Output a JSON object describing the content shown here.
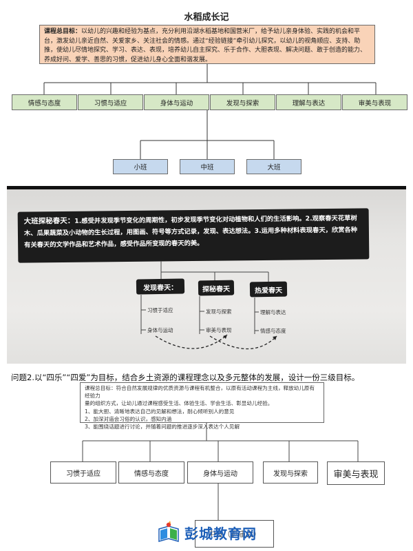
{
  "section1": {
    "title": "水稻成长记",
    "goal_text": "课程总目标：以幼儿的兴趣和经验为基点，充分利用沿湖水稻基地和国营米厂，给予幼儿亲身体验、实践的机会和平台，激发幼儿亲近自然、关爱家乡、关注社会的情感。通过“经验链接”牵引幼儿探究，以幼儿的视角顺应、支持、助推，使幼儿尽情地探究、学习、表达、表现，培养幼儿自主探究、乐于合作、大胆表现、解决问题、敢于创造的能力、养成好问、爱学、善思的习惯，促进幼儿身心全面和谐发展。",
    "goal_label": "课程总目标：",
    "categories": [
      "情感与态度",
      "习惯与适应",
      "身体与运动",
      "发现与探索",
      "理解与表达",
      "审美与表现"
    ],
    "classes": [
      "小班",
      "中班",
      "大班"
    ]
  },
  "section2": {
    "goal_label": "大班探秘春天：",
    "goal_text": "1.感受并发现季节变化的周期性，初步发现季节变化对动植物和人们的生活影响。2.观察春天花草树木、瓜果蔬菜及小动物的生长过程，用图画、符号等方式记录，发现、表达想法。3.运用多种材料表现春天，欣赏各种有关春天的文学作品和艺术作品，感受作品所变现的春天的美。",
    "categories": [
      {
        "title": "发现春天：",
        "items": [
          "习惯于适应",
          "身体与运动"
        ]
      },
      {
        "title": "探秘春天",
        "items": [
          "发现与探索",
          "审美与表现"
        ]
      },
      {
        "title": "热爱春天",
        "items": [
          "理解与表达",
          "情感与态度"
        ]
      }
    ]
  },
  "section3": {
    "question": "问题2.以“四乐”“四爱”为目标，结合乡土资源的课程理念以及多元整体的发展，设计一份三级目标。",
    "goal_lines": [
      "课程总目标：符合自然发展规律的优质资源与课程有机整合，以原有活动课程为主线，释放幼儿原有经验力",
      "量的组织方式，让幼儿通过课程感受生活、体验生活、学会生活、彰显幼儿经验。",
      "1、能大胆、清晰地表达自己的见解和想法，耐心倾听别人的意见",
      "2、加深对庙会习俗的认识，感知内涵",
      "3、能围绕话题进行讨论，并随着问题的推进逐步深入表达个人见解"
    ],
    "categories": [
      "习惯于适应",
      "情感与态度",
      "身体与运动",
      "发现与探索",
      "审美与表现"
    ],
    "bottom_box": "中班（逛庙会）"
  },
  "watermark": {
    "text": "彭城教育网"
  }
}
